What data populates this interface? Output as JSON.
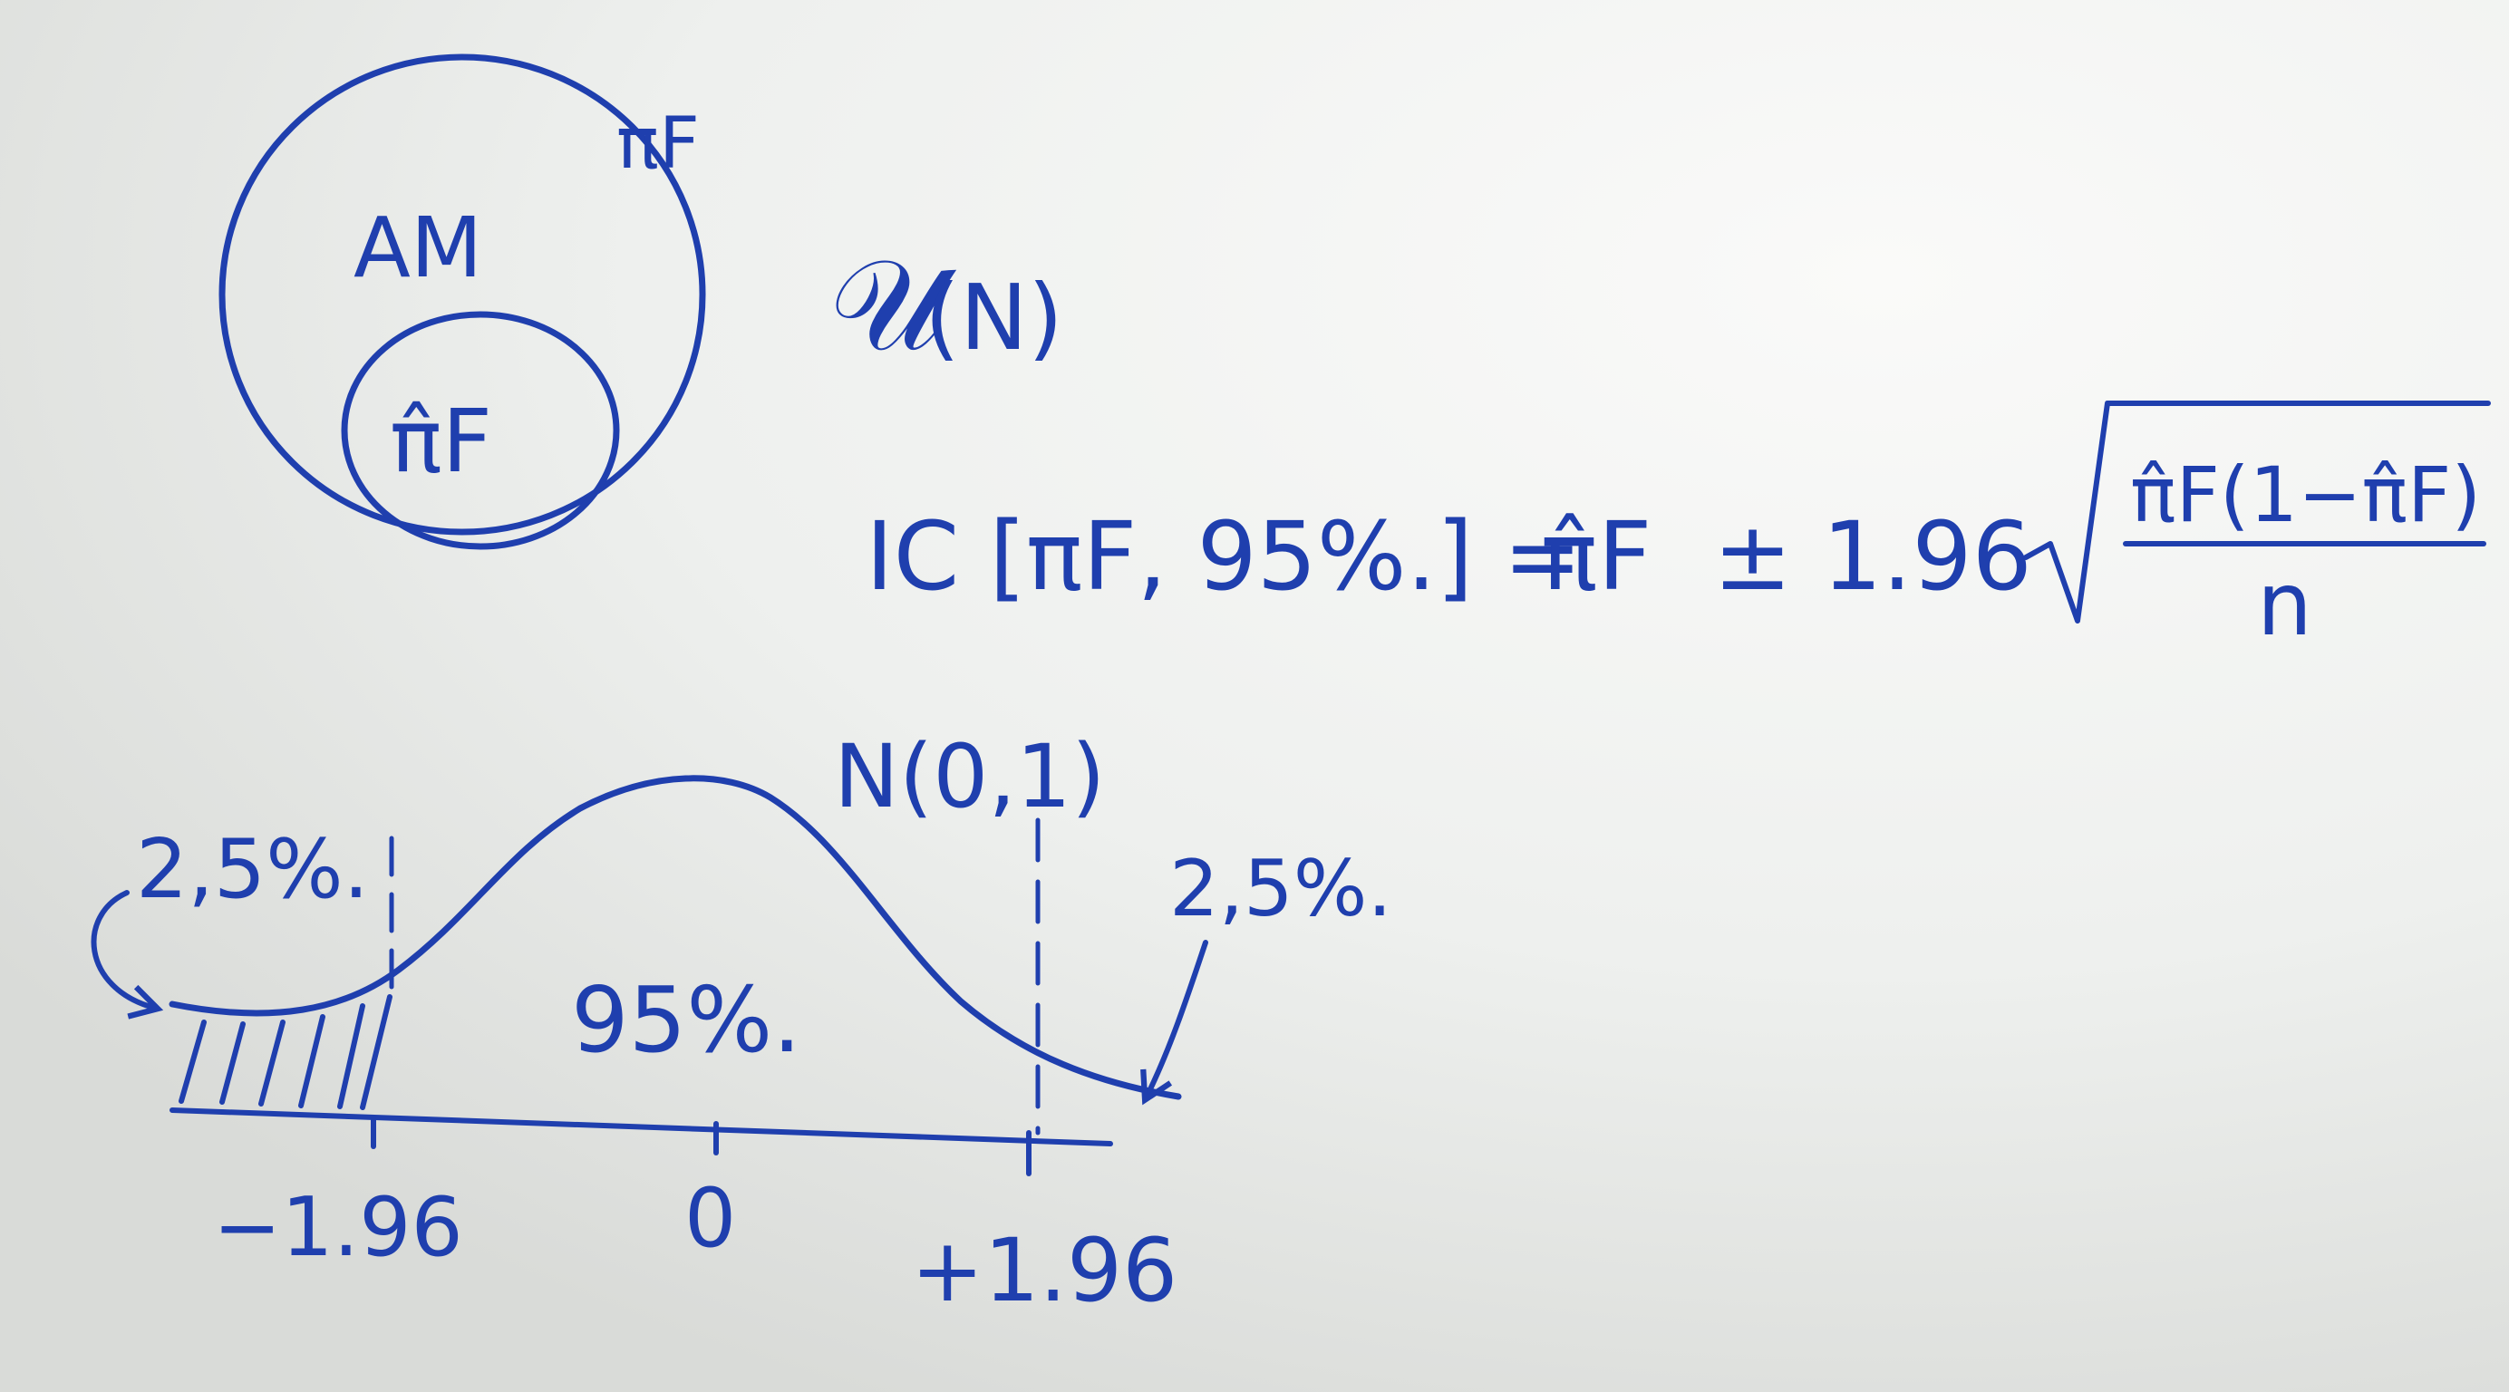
{
  "ink_color": "#1f3fae",
  "paper_color": "#f1f2f0",
  "diagram": {
    "outer_label": "πF",
    "outer_set": "AM",
    "inner_set": "π̂F"
  },
  "notation": {
    "u_symbol": "𝒰",
    "u_arg": "(N)"
  },
  "formula": {
    "lhs": "IC [πF, 95%.] =",
    "estimate": "π̂F",
    "pm_coef": "± 1.96",
    "numerator": "π̂F(1−π̂F)",
    "denominator": "n"
  },
  "distribution": {
    "name": "N(0,1)",
    "left_tail": "2,5%.",
    "right_tail": "2,5%.",
    "center_mass": "95%.",
    "ticks": {
      "left": "−1.96",
      "center": "0",
      "right": "+1.96"
    }
  }
}
